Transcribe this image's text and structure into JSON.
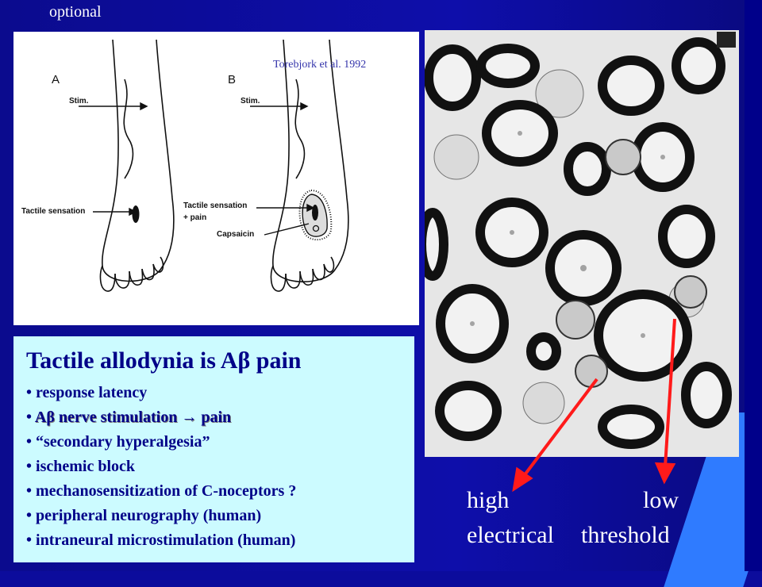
{
  "header": {
    "tag": "optional"
  },
  "figure": {
    "citation": "Torebjork et al. 1992",
    "panel_a": "A",
    "panel_b": "B",
    "stim_a": "Stim.",
    "stim_b": "Stim.",
    "tactile_a": "Tactile sensation",
    "tactile_b_line1": "Tactile sensation",
    "tactile_b_line2": "+ pain",
    "capsaicin": "Capsaicin"
  },
  "textbox": {
    "title_prefix": "Tactile allodynia is A",
    "title_symbol": "β",
    "title_suffix": " pain",
    "bullets": [
      "response latency",
      "Aβ nerve stimulation → pain",
      "“secondary hyperalgesia”",
      "ischemic block",
      "mechanosensitization of C-noceptors ?",
      "peripheral neurography (human)",
      "intraneural microstimulation (human)"
    ]
  },
  "micrograph": {
    "captions": {
      "high": "high",
      "low": "low",
      "electrical": "electrical",
      "threshold": "threshold"
    }
  },
  "colors": {
    "background": "#0c0c9c",
    "textbox_bg": "#ccfbff",
    "text_navy": "#000088",
    "arrow_red": "#ff1a1a",
    "accent_band": "#2f7bff"
  }
}
